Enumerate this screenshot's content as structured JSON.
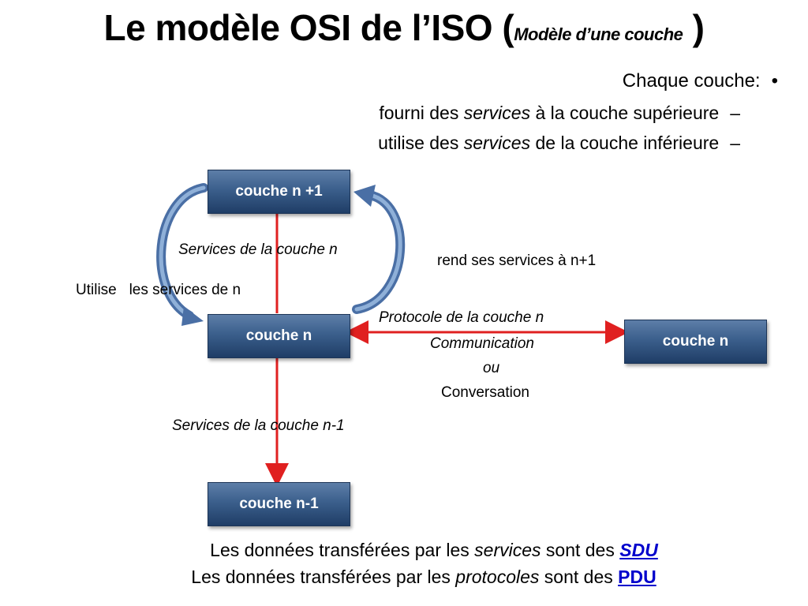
{
  "title": {
    "main": "Le modèle OSI de l’ISO (",
    "sub": "Modèle d’une couche",
    "close": " )"
  },
  "points": {
    "bullet_text": "Chaque couche:",
    "bullet_mark": "•",
    "line1_prefix": "fourni des ",
    "line1_italic": "services",
    "line1_suffix": " à la couche supérieure",
    "line2_prefix": "utilise des ",
    "line2_italic": "services",
    "line2_suffix": " de la couche inférieure",
    "dash": "–"
  },
  "diagram": {
    "box_top": "couche n +1",
    "box_mid": "couche n",
    "box_right": "couche n",
    "box_bottom": "couche n-1",
    "services_n": "Services de la couche n",
    "rend": "rend ses services à n+1",
    "utilise": "Utilise   les services de n",
    "protocole": "Protocole de la couche n",
    "communication": "Communication",
    "ou": "ou",
    "conversation": "Conversation",
    "services_n1": "Services de la couche n-1"
  },
  "footer": {
    "line1_prefix": "Les données transférées par les ",
    "line1_italic": "services",
    "line1_mid": " sont des ",
    "line1_link": "SDU",
    "line2_prefix": "Les données transférées par les ",
    "line2_italic": "protocoles",
    "line2_mid": " sont des ",
    "line2_link": "PDU"
  },
  "colors": {
    "box_top": "#5d7ea8",
    "box_bottom": "#1f3d66",
    "arrow_red": "#e02020",
    "curve_blue": "#4a6fa5",
    "link": "#0000cc"
  }
}
